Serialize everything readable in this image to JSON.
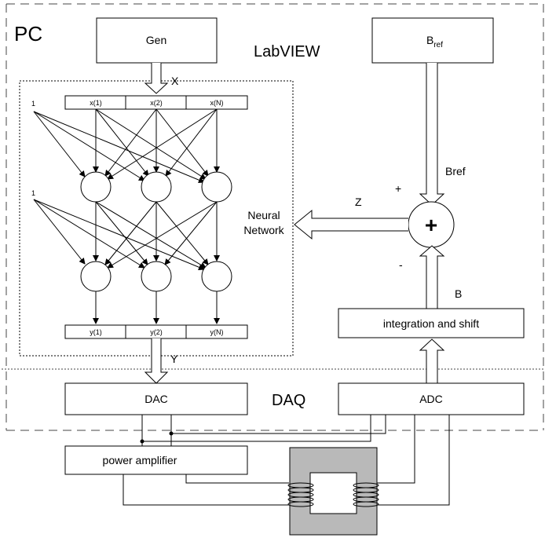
{
  "regions": {
    "pc": "PC",
    "labview": "LabVIEW",
    "daq": "DAQ"
  },
  "blocks": {
    "gen": "Gen",
    "bref_main": "B",
    "bref_sub": "ref",
    "dac": "DAC",
    "adc": "ADC",
    "power_amplifier": "power amplifier",
    "integration_shift": "integration and shift"
  },
  "network": {
    "title_line1": "Neural",
    "title_line2": "Network",
    "inputs": [
      "x(1)",
      "x(2)",
      "x(N)"
    ],
    "outputs": [
      "y(1)",
      "y(2)",
      "y(N)"
    ],
    "bias_label": "1"
  },
  "signals": {
    "x": "X",
    "y": "Y",
    "z": "Z",
    "bref": "Bref",
    "b": "B",
    "plus": "+",
    "minus": "-",
    "sum": "+"
  }
}
